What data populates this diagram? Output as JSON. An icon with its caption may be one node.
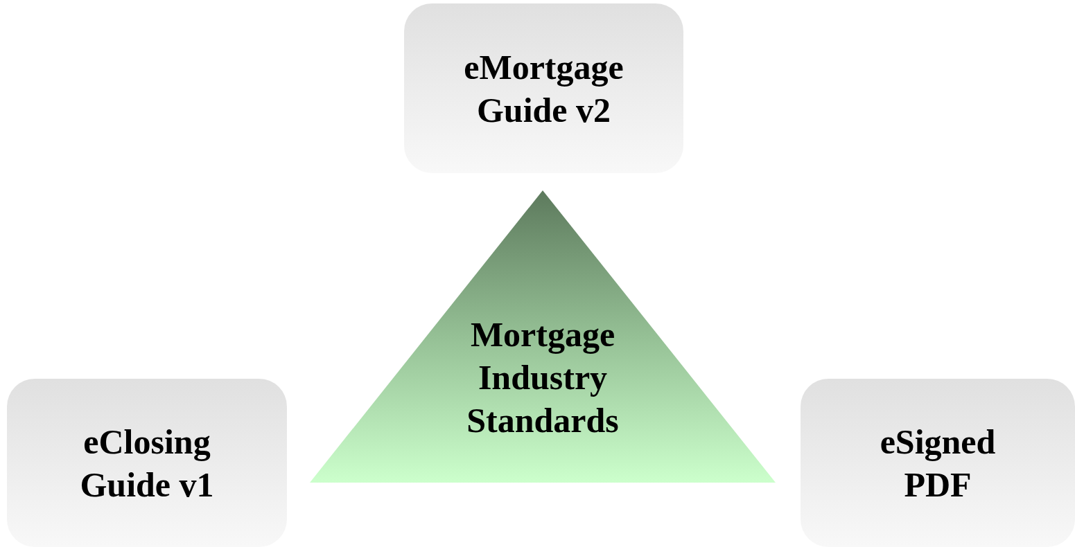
{
  "diagram": {
    "nodes": [
      {
        "text": [
          "eMortgage Guide v2"
        ]
      },
      {
        "text": [
          "Mortgage Industry Standards"
        ]
      },
      {
        "text": [
          "eClosing Guide v1"
        ]
      },
      {
        "text": [
          "eSigned PDF"
        ]
      }
    ]
  }
}
